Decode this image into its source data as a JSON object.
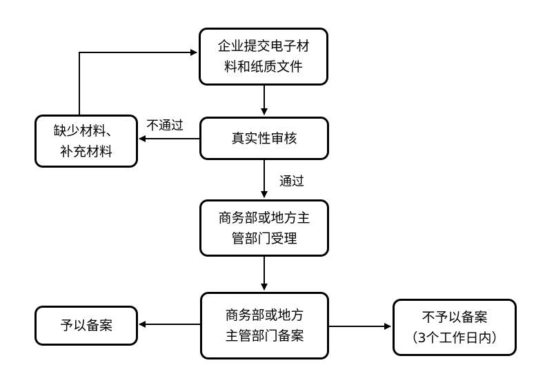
{
  "nodes": {
    "submit": {
      "lines": [
        "企业提交电子材",
        "料和纸质文件"
      ]
    },
    "review": {
      "lines": [
        "真实性审核"
      ]
    },
    "supplement": {
      "lines": [
        "缺少材料、",
        "补充材料"
      ]
    },
    "accept": {
      "lines": [
        "商务部或地方主",
        "管部门受理"
      ]
    },
    "record": {
      "lines": [
        "商务部或地方",
        "主管部门备案"
      ]
    },
    "approve": {
      "lines": [
        "予以备案"
      ]
    },
    "reject": {
      "lines": [
        "不予以备案",
        "（3个工作日内）"
      ]
    }
  },
  "edge_labels": {
    "fail": "不通过",
    "pass": "通过"
  }
}
